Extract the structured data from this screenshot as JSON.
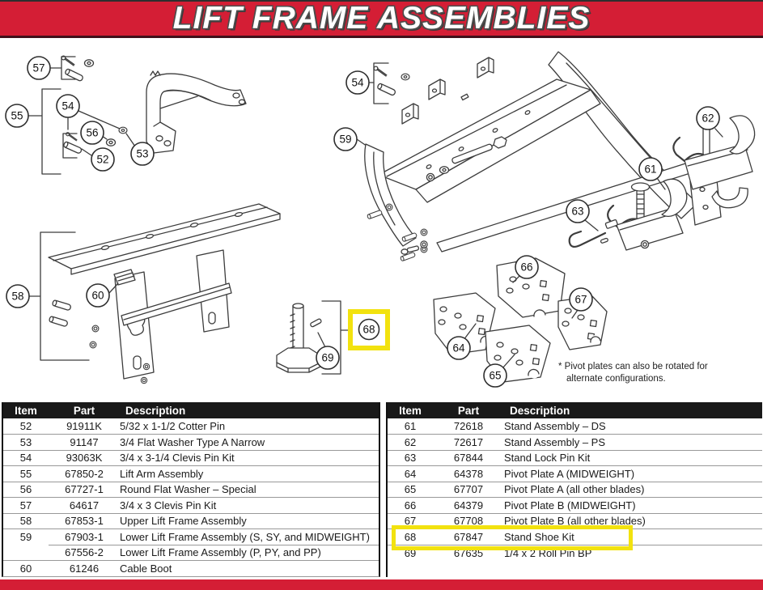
{
  "page": {
    "title": "LIFT FRAME ASSEMBLIES"
  },
  "colors": {
    "banner_red": "#d41e35",
    "highlight_yellow": "#f2e20f",
    "table_header_black": "#191919",
    "row_separator_gray": "#999999",
    "drawing_line": "#3c3c3c"
  },
  "diagram": {
    "callouts": {
      "c52": "52",
      "c53": "53",
      "c54a": "54",
      "c54b": "54",
      "c55": "55",
      "c56": "56",
      "c57": "57",
      "c58": "58",
      "c59": "59",
      "c60": "60",
      "c61": "61",
      "c62": "62",
      "c63": "63",
      "c64": "64",
      "c65": "65",
      "c66": "66",
      "c67": "67",
      "c68": "68",
      "c69": "69"
    },
    "note_line1": "* Pivot plates can also be rotated for",
    "note_line2": "alternate configurations."
  },
  "parts_tables": {
    "headers": [
      "Item",
      "Part",
      "Description"
    ],
    "left_rows": [
      {
        "item": "52",
        "part": "91911K",
        "desc": "5/32 x 1-1/2 Cotter Pin"
      },
      {
        "item": "53",
        "part": "91147",
        "desc": "3/4 Flat Washer Type A Narrow"
      },
      {
        "item": "54",
        "part": "93063K",
        "desc": "3/4 x 3-1/4 Clevis Pin Kit"
      },
      {
        "item": "55",
        "part": "67850-2",
        "desc": "Lift Arm Assembly"
      },
      {
        "item": "56",
        "part": "67727-1",
        "desc": "Round Flat Washer – Special"
      },
      {
        "item": "57",
        "part": "64617",
        "desc": "3/4 x 3 Clevis Pin Kit"
      },
      {
        "item": "58",
        "part": "67853-1",
        "desc": "Upper Lift Frame Assembly"
      },
      {
        "item": "59",
        "part": "67903-1",
        "desc": "Lower Lift Frame Assembly (S, SY, and MIDWEIGHT)"
      },
      {
        "item": "",
        "part": "67556-2",
        "desc": "Lower Lift Frame Assembly (P, PY, and PP)"
      },
      {
        "item": "60",
        "part": "61246",
        "desc": "Cable Boot"
      }
    ],
    "right_rows": [
      {
        "item": "61",
        "part": "72618",
        "desc": "Stand Assembly – DS"
      },
      {
        "item": "62",
        "part": "72617",
        "desc": "Stand Assembly – PS"
      },
      {
        "item": "63",
        "part": "67844",
        "desc": "Stand Lock Pin Kit"
      },
      {
        "item": "64",
        "part": "64378",
        "desc": "Pivot Plate A (MIDWEIGHT)"
      },
      {
        "item": "65",
        "part": "67707",
        "desc": "Pivot Plate A (all other blades)"
      },
      {
        "item": "66",
        "part": "64379",
        "desc": "Pivot Plate B (MIDWEIGHT)"
      },
      {
        "item": "67",
        "part": "67708",
        "desc": "Pivot Plate B (all other blades)"
      },
      {
        "item": "68",
        "part": "67847",
        "desc": "Stand Shoe Kit",
        "highlight": true
      },
      {
        "item": "69",
        "part": "67635",
        "desc": "1/4 x 2 Roll Pin BP"
      }
    ]
  }
}
